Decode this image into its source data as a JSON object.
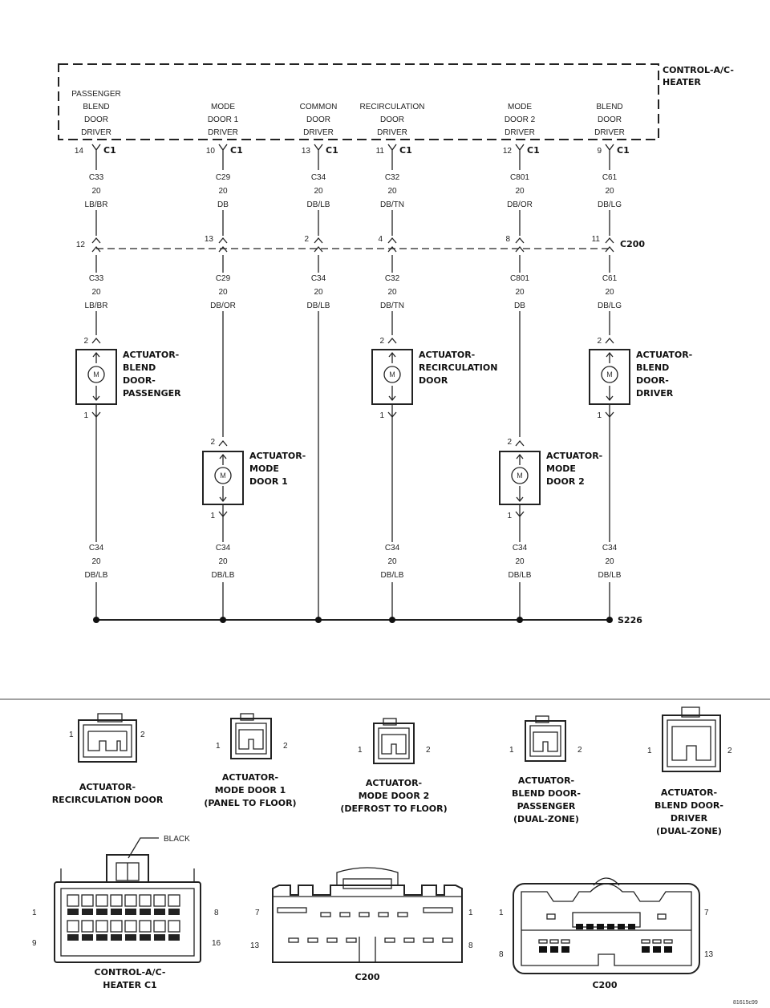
{
  "module": {
    "name_lines": [
      "CONTROL-A/C-",
      "HEATER"
    ],
    "drivers": [
      {
        "lines": [
          "PASSENGER",
          "BLEND",
          "DOOR",
          "DRIVER"
        ]
      },
      {
        "lines": [
          "MODE",
          "DOOR 1",
          "DRIVER"
        ]
      },
      {
        "lines": [
          "COMMON",
          "DOOR",
          "DRIVER"
        ]
      },
      {
        "lines": [
          "RECIRCULATION",
          "DOOR",
          "DRIVER"
        ]
      },
      {
        "lines": [
          "MODE",
          "DOOR 2",
          "DRIVER"
        ]
      },
      {
        "lines": [
          "BLEND",
          "DOOR",
          "DRIVER"
        ]
      }
    ]
  },
  "c1": {
    "label": "C1",
    "pins": [
      "14",
      "10",
      "13",
      "11",
      "12",
      "9"
    ]
  },
  "upper_wires": [
    {
      "circuit": "C33",
      "gauge": "20",
      "color": "LB/BR"
    },
    {
      "circuit": "C29",
      "gauge": "20",
      "color": "DB"
    },
    {
      "circuit": "C34",
      "gauge": "20",
      "color": "DB/LB"
    },
    {
      "circuit": "C32",
      "gauge": "20",
      "color": "DB/TN"
    },
    {
      "circuit": "C801",
      "gauge": "20",
      "color": "DB/OR"
    },
    {
      "circuit": "C61",
      "gauge": "20",
      "color": "DB/LG"
    }
  ],
  "c200": {
    "label": "C200",
    "pins": [
      "12",
      "13",
      "2",
      "4",
      "8",
      "11"
    ]
  },
  "lower_wires": [
    {
      "circuit": "C33",
      "gauge": "20",
      "color": "LB/BR"
    },
    {
      "circuit": "C29",
      "gauge": "20",
      "color": "DB/OR"
    },
    {
      "circuit": "C34",
      "gauge": "20",
      "color": "DB/LB"
    },
    {
      "circuit": "C32",
      "gauge": "20",
      "color": "DB/TN"
    },
    {
      "circuit": "C801",
      "gauge": "20",
      "color": "DB"
    },
    {
      "circuit": "C61",
      "gauge": "20",
      "color": "DB/LG"
    }
  ],
  "actuators": [
    {
      "lines": [
        "ACTUATOR-",
        "BLEND",
        "DOOR-",
        "PASSENGER"
      ],
      "pin_top": "2",
      "pin_bottom": "1",
      "motor": "M"
    },
    {
      "lines": [
        "ACTUATOR-",
        "MODE",
        "DOOR 1"
      ],
      "pin_top": "2",
      "pin_bottom": "1",
      "motor": "M"
    },
    {
      "lines": [
        "ACTUATOR-",
        "RECIRCULATION",
        "DOOR"
      ],
      "pin_top": "2",
      "pin_bottom": "1",
      "motor": "M"
    },
    {
      "lines": [
        "ACTUATOR-",
        "MODE",
        "DOOR 2"
      ],
      "pin_top": "2",
      "pin_bottom": "1",
      "motor": "M"
    },
    {
      "lines": [
        "ACTUATOR-",
        "BLEND",
        "DOOR-",
        "DRIVER"
      ],
      "pin_top": "2",
      "pin_bottom": "1",
      "motor": "M"
    }
  ],
  "ground_wires": [
    {
      "circuit": "C34",
      "gauge": "20",
      "color": "DB/LB"
    },
    {
      "circuit": "C34",
      "gauge": "20",
      "color": "DB/LB"
    },
    {
      "circuit": "C34",
      "gauge": "20",
      "color": "DB/LB"
    },
    {
      "circuit": "C34",
      "gauge": "20",
      "color": "DB/LB"
    },
    {
      "circuit": "C34",
      "gauge": "20",
      "color": "DB/LB"
    }
  ],
  "splice": {
    "label": "S226"
  },
  "connector_views": {
    "recirc": {
      "lines": [
        "ACTUATOR-",
        "RECIRCULATION DOOR"
      ],
      "pin_left": "1",
      "pin_right": "2"
    },
    "mode1": {
      "lines": [
        "ACTUATOR-",
        "MODE DOOR 1",
        "(PANEL TO FLOOR)"
      ],
      "pin_left": "1",
      "pin_right": "2"
    },
    "mode2": {
      "lines": [
        "ACTUATOR-",
        "MODE DOOR 2",
        "(DEFROST TO FLOOR)"
      ],
      "pin_left": "1",
      "pin_right": "2"
    },
    "blend_pass": {
      "lines": [
        "ACTUATOR-",
        "BLEND DOOR-",
        "PASSENGER",
        "(DUAL-ZONE)"
      ],
      "pin_left": "1",
      "pin_right": "2"
    },
    "blend_drv": {
      "lines": [
        "ACTUATOR-",
        "BLEND DOOR-",
        "DRIVER",
        "(DUAL-ZONE)"
      ],
      "pin_left": "1",
      "pin_right": "2"
    },
    "c1": {
      "lines": [
        "CONTROL-A/C-",
        "HEATER C1"
      ],
      "callout": "BLACK",
      "pins": [
        "1",
        "8",
        "9",
        "16"
      ]
    },
    "c200_a": {
      "lines": [
        "C200"
      ],
      "pins": [
        "7",
        "1",
        "13",
        "8"
      ]
    },
    "c200_b": {
      "lines": [
        "C200"
      ],
      "pins": [
        "1",
        "7",
        "8",
        "13"
      ]
    }
  },
  "figure_id": "81615c99"
}
